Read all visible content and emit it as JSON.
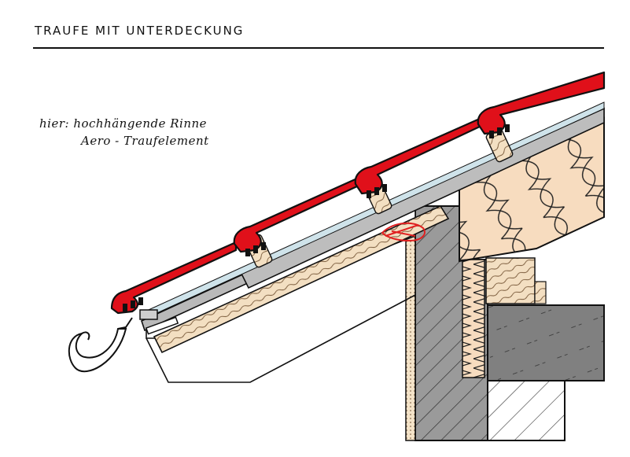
{
  "title": "TRAUFE MIT UNTERDECKUNG",
  "notes": {
    "line1": "hier: hochhängende Rinne",
    "line2": "Aero - Traufelement"
  },
  "colors": {
    "tiles": "#e0101a",
    "insulation": "#f7dcbf",
    "wall_hatch": "#9a9a9a",
    "concrete": "#808080",
    "plaster": "#f3e2c7",
    "membrane": "#b9b9b9",
    "vent_strip": "#cfe3ea",
    "highlight": "#e02020"
  }
}
